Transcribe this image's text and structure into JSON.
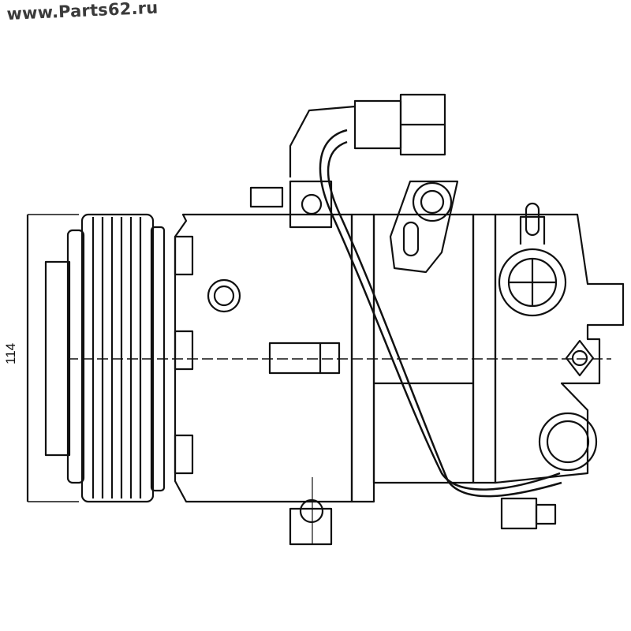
{
  "watermark": "www.Parts62.ru",
  "dimension_label": "114",
  "drawing": {
    "subject": "compressor-line-drawing",
    "line_color": "#111111"
  }
}
